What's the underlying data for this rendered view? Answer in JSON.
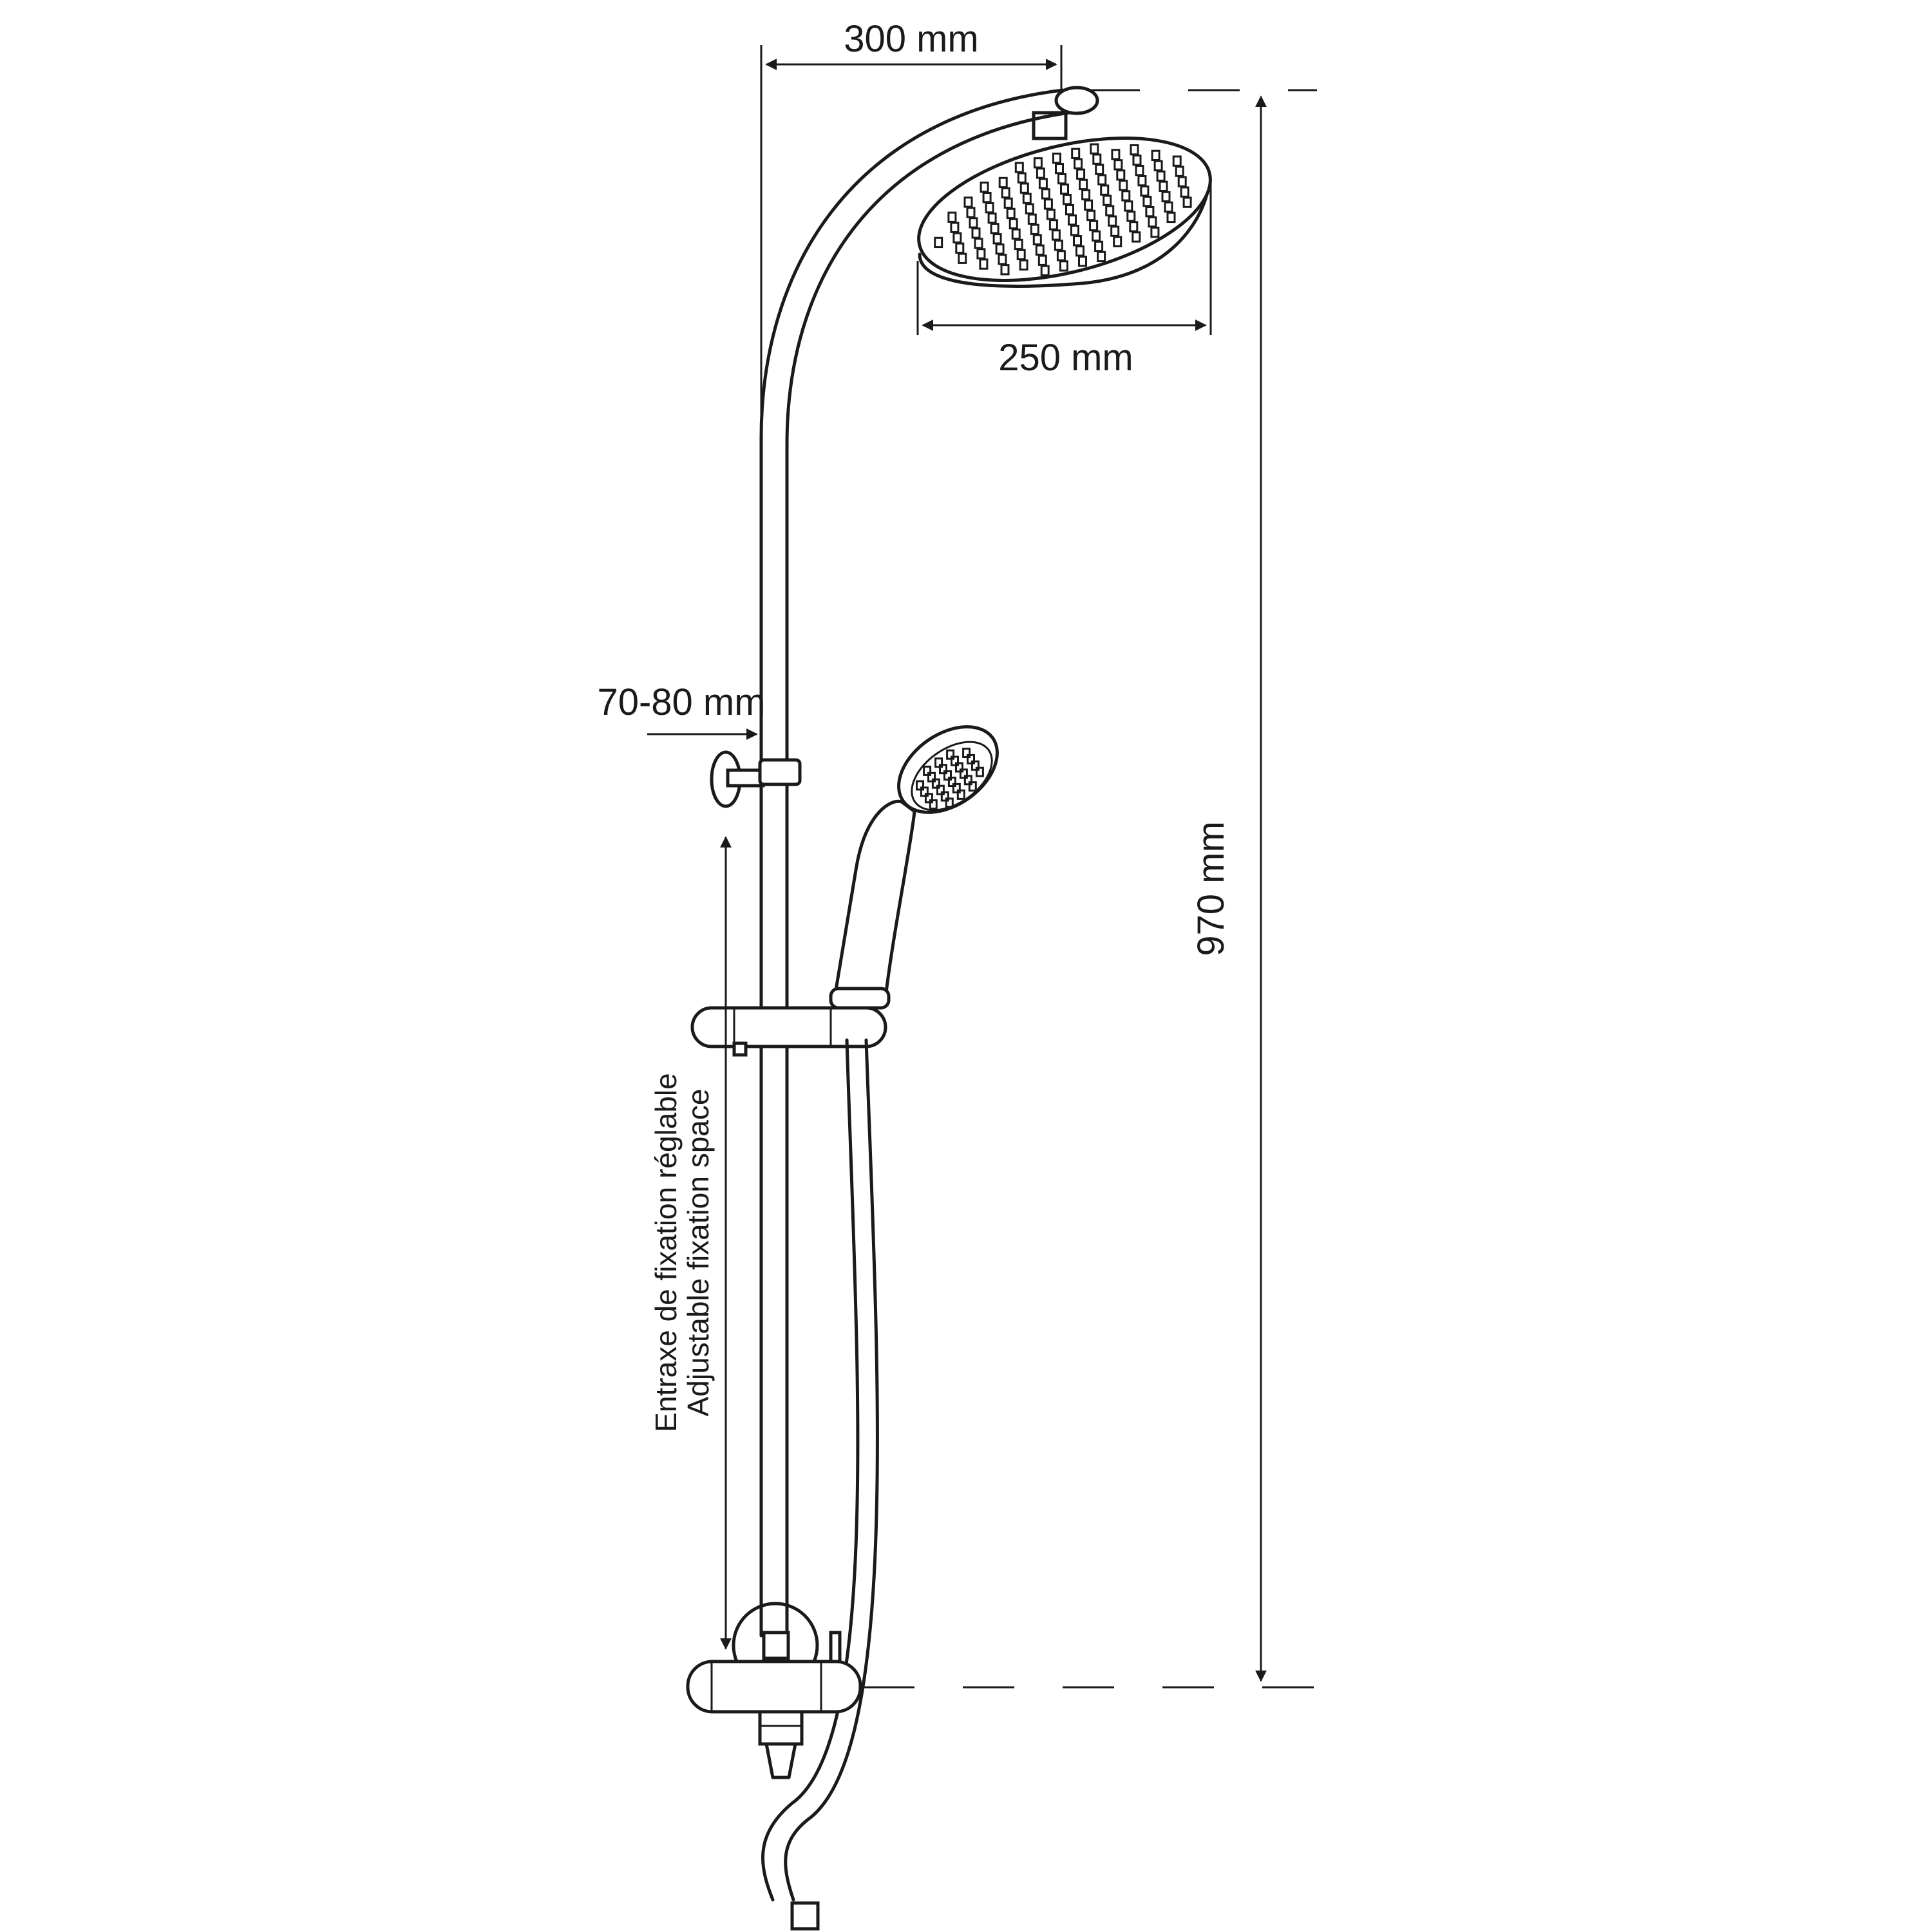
{
  "dimensions": {
    "arm_reach": "300 mm",
    "head_diameter": "250 mm",
    "wall_offset": "70-80 mm",
    "total_height": "970 mm"
  },
  "fixation_label": {
    "line_fr": "Entraxe de fixation réglable",
    "line_en": "Adjustable fixation space"
  },
  "line_color": "#1a1a1a",
  "background_color": "#ffffff"
}
